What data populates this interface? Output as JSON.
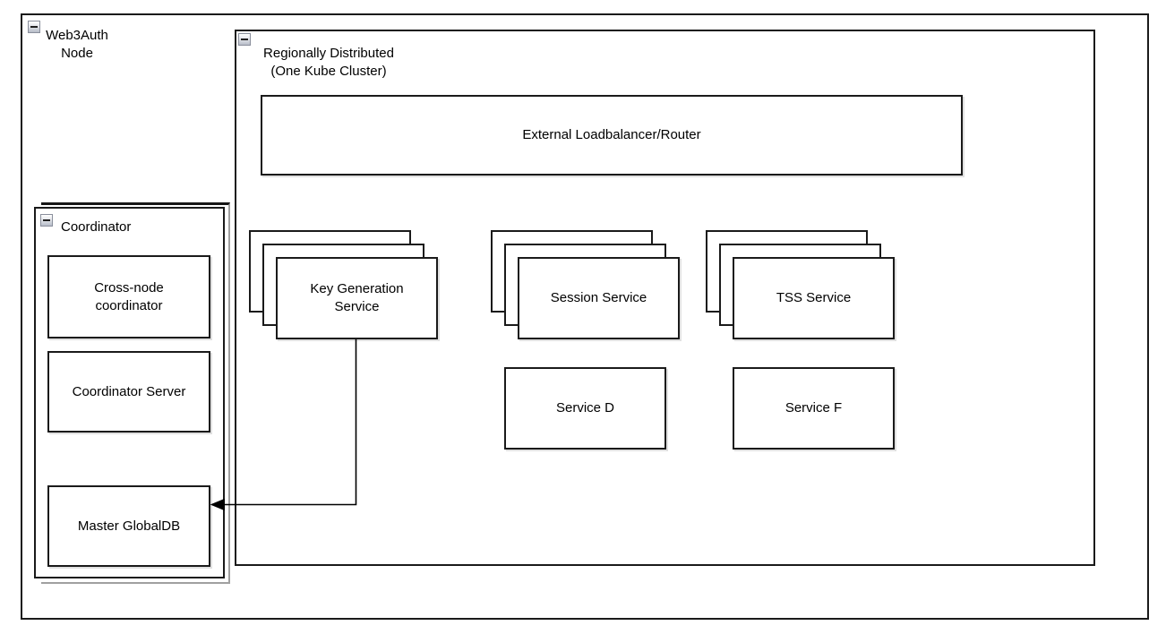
{
  "colors": {
    "stroke": "#1a1a1a",
    "fill": "#ffffff",
    "shadow_gray": "#a0a0a0",
    "collapse_icon_border": "#8a8f9c"
  },
  "diagram": {
    "web3auth_node": {
      "label": "Web3Auth\nNode",
      "collapse_icon": "minus"
    },
    "coordinator": {
      "label": "Coordinator",
      "collapse_icon": "minus",
      "boxes": [
        {
          "label": "Cross-node\ncoordinator"
        },
        {
          "label": "Coordinator Server"
        },
        {
          "label": "Master GlobalDB"
        }
      ]
    },
    "region": {
      "label": "Regionally Distributed\n(One Kube Cluster)",
      "collapse_icon": "minus",
      "loadbalancer": {
        "label": "External Loadbalancer/Router"
      },
      "stacks": [
        {
          "label": "Key Generation\nService",
          "copies": 3
        },
        {
          "label": "Session Service",
          "copies": 3
        },
        {
          "label": "TSS Service",
          "copies": 3
        }
      ],
      "services": [
        {
          "label": "Service D"
        },
        {
          "label": "Service F"
        }
      ]
    },
    "connector": {
      "from": "Key Generation Service",
      "to": "Master GlobalDB",
      "arrow_direction": "left"
    }
  }
}
